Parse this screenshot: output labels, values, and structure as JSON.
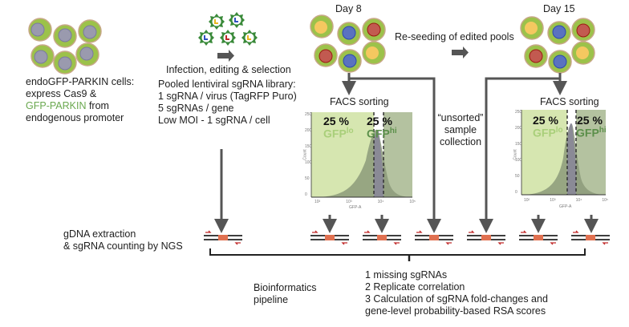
{
  "left_cells": {
    "caption_line1": "endoGFP-PARKIN cells:",
    "caption_line2": "express Cas9 &",
    "caption_line3_green": "GFP-PARKIN",
    "caption_line3_rest": " from",
    "caption_line4": "endogenous promoter"
  },
  "infection": {
    "label": "Infection, editing & selection",
    "library_lines": [
      "Pooled lentiviral sgRNA library:",
      "1 sgRNA / virus (TagRFP Puro)",
      "5 sgRNAs / gene",
      "Low MOI  - 1 sgRNA / cell"
    ]
  },
  "day8": {
    "label": "Day 8"
  },
  "day15": {
    "label": "Day 15"
  },
  "reseeding": {
    "label": "Re-seeding of edited pools"
  },
  "facs": {
    "label": "FACS sorting",
    "lo_percent": "25 %",
    "hi_percent": "25 %",
    "lo_label": "GFP",
    "lo_sup": "lo",
    "hi_label": "GFP",
    "hi_sup": "hi",
    "y_axis_label": "Count",
    "x_axis_label": "GFP-A",
    "y_ticks": [
      "0",
      "50",
      "100",
      "150",
      "200",
      "250"
    ],
    "x_ticks": [
      "10²",
      "10³",
      "10⁴",
      "10⁵"
    ]
  },
  "unsorted": {
    "line1": "“unsorted”",
    "line2": "sample",
    "line3": "collection"
  },
  "gdna": {
    "line1": "gDNA extraction",
    "line2": "& sgRNA counting by NGS"
  },
  "bioinformatics": {
    "label_line1": "Bioinformatics",
    "label_line2": "pipeline",
    "steps": [
      "1 missing sgRNAs",
      "2 Replicate correlation",
      "3 Calculation of sgRNA fold-changes and",
      "gene-level probability-based RSA scores"
    ]
  },
  "colors": {
    "cell_outer": "#9cc24a",
    "cell_rim": "#c8a888",
    "nucleus_gray": "#9a9aae",
    "nucleus_yellow": "#f5c860",
    "nucleus_blue": "#5a72c0",
    "nucleus_red": "#c25a50",
    "arrow": "#555555",
    "gate_lo": "#d6e6b0",
    "gate_hi": "#b4c2a0",
    "dna_accent": "#e07050"
  }
}
